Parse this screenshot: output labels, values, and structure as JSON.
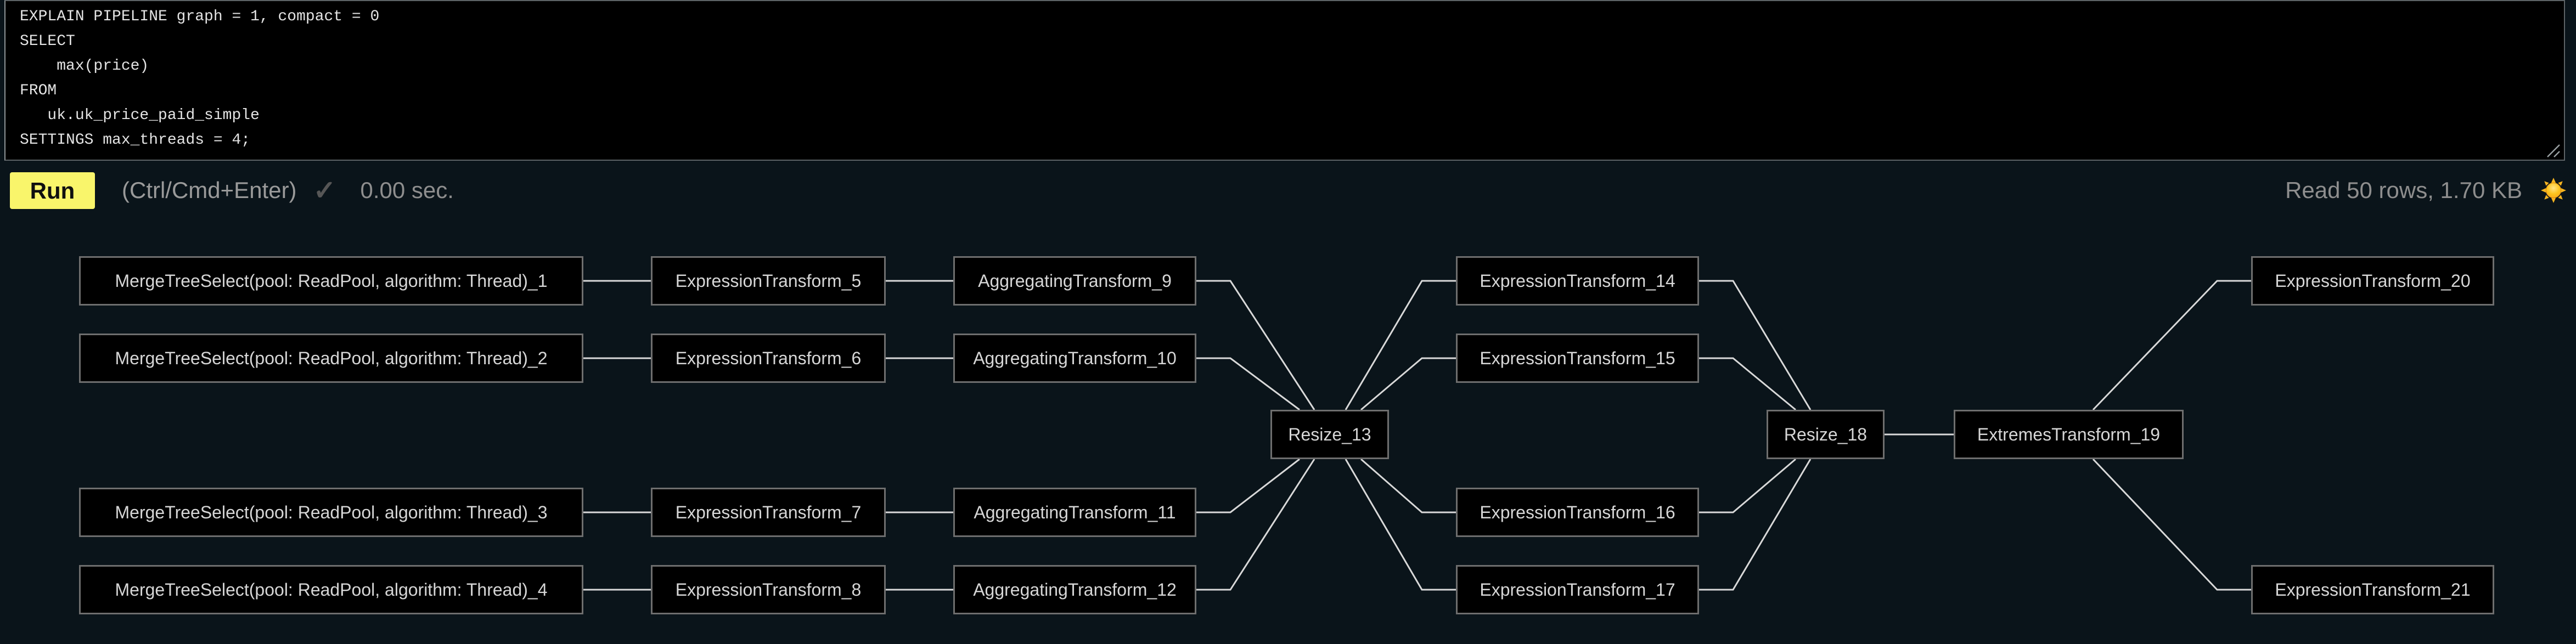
{
  "editor": {
    "sql": "EXPLAIN PIPELINE graph = 1, compact = 0\nSELECT\n    max(price)\nFROM\n   uk.uk_price_paid_simple\nSETTINGS max_threads = 4;"
  },
  "toolbar": {
    "run_label": "Run",
    "shortcut_hint": "(Ctrl/Cmd+Enter)",
    "check_icon": "✓",
    "elapsed": "0.00 sec.",
    "stats": "Read 50 rows, 1.70 KB",
    "theme_icon": "sun-icon"
  },
  "colors": {
    "page_background": "#0a141a",
    "editor_background": "#000000",
    "accent_yellow": "#f9f56b",
    "node_fill": "#000000",
    "node_border": "#6e6e6e",
    "node_text": "#d6d6d6",
    "edge_line": "#d9d9d9",
    "muted_text": "#8e8e8e",
    "sun_core": "#f6a21f",
    "sun_ray": "#f9b521"
  },
  "pipeline": {
    "nodes": [
      {
        "id": "mt1",
        "label": "MergeTreeSelect(pool: ReadPool, algorithm: Thread)_1"
      },
      {
        "id": "mt2",
        "label": "MergeTreeSelect(pool: ReadPool, algorithm: Thread)_2"
      },
      {
        "id": "mt3",
        "label": "MergeTreeSelect(pool: ReadPool, algorithm: Thread)_3"
      },
      {
        "id": "mt4",
        "label": "MergeTreeSelect(pool: ReadPool, algorithm: Thread)_4"
      },
      {
        "id": "et5",
        "label": "ExpressionTransform_5"
      },
      {
        "id": "et6",
        "label": "ExpressionTransform_6"
      },
      {
        "id": "et7",
        "label": "ExpressionTransform_7"
      },
      {
        "id": "et8",
        "label": "ExpressionTransform_8"
      },
      {
        "id": "at9",
        "label": "AggregatingTransform_9"
      },
      {
        "id": "at10",
        "label": "AggregatingTransform_10"
      },
      {
        "id": "at11",
        "label": "AggregatingTransform_11"
      },
      {
        "id": "at12",
        "label": "AggregatingTransform_12"
      },
      {
        "id": "r13",
        "label": "Resize_13"
      },
      {
        "id": "et14",
        "label": "ExpressionTransform_14"
      },
      {
        "id": "et15",
        "label": "ExpressionTransform_15"
      },
      {
        "id": "et16",
        "label": "ExpressionTransform_16"
      },
      {
        "id": "et17",
        "label": "ExpressionTransform_17"
      },
      {
        "id": "r18",
        "label": "Resize_18"
      },
      {
        "id": "ext19",
        "label": "ExtremesTransform_19"
      },
      {
        "id": "et20",
        "label": "ExpressionTransform_20"
      },
      {
        "id": "et21",
        "label": "ExpressionTransform_21"
      }
    ],
    "edges": [
      [
        "mt1",
        "et5"
      ],
      [
        "mt2",
        "et6"
      ],
      [
        "mt3",
        "et7"
      ],
      [
        "mt4",
        "et8"
      ],
      [
        "et5",
        "at9"
      ],
      [
        "et6",
        "at10"
      ],
      [
        "et7",
        "at11"
      ],
      [
        "et8",
        "at12"
      ],
      [
        "at9",
        "r13"
      ],
      [
        "at10",
        "r13"
      ],
      [
        "at11",
        "r13"
      ],
      [
        "at12",
        "r13"
      ],
      [
        "r13",
        "et14"
      ],
      [
        "r13",
        "et15"
      ],
      [
        "r13",
        "et16"
      ],
      [
        "r13",
        "et17"
      ],
      [
        "et14",
        "r18"
      ],
      [
        "et15",
        "r18"
      ],
      [
        "et16",
        "r18"
      ],
      [
        "et17",
        "r18"
      ],
      [
        "r18",
        "ext19"
      ],
      [
        "ext19",
        "et20"
      ],
      [
        "ext19",
        "et21"
      ]
    ]
  }
}
